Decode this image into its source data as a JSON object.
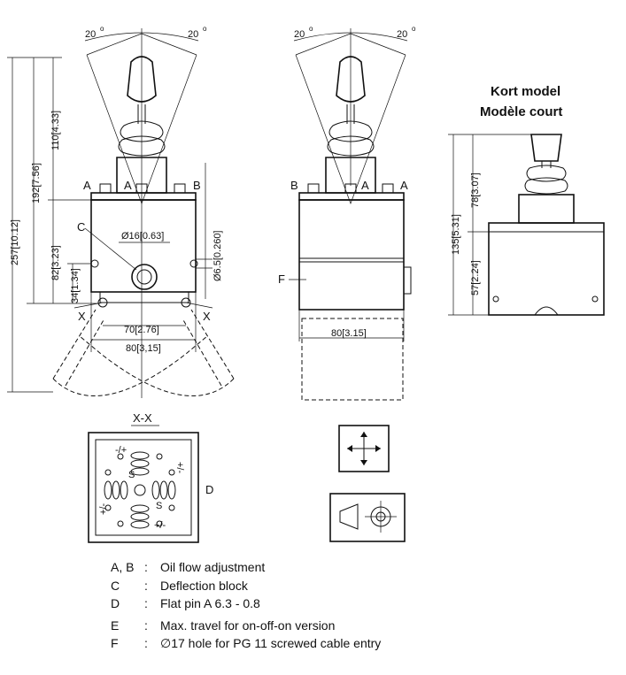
{
  "views": {
    "front": {
      "angle_left": "20",
      "angle_right": "20",
      "deg": "o",
      "label_a_left": "A",
      "label_a_mid": "A",
      "label_b": "B",
      "label_c": "C",
      "label_x_left": "X",
      "label_x_right": "X",
      "dim_257": "257[10.12]",
      "dim_192": "192[7.56]",
      "dim_110": "110[4.33]",
      "dim_82": "82[3.23]",
      "dim_34": "34[1.34]",
      "dim_65": "Ø6.5[0.260]",
      "dim_16": "Ø16[0.63]",
      "dim_70": "70[2.76]",
      "dim_80": "80[3,15]"
    },
    "side": {
      "angle_left": "20",
      "angle_right": "20",
      "deg": "o",
      "label_b": "B",
      "label_a_mid": "A",
      "label_a_right": "A",
      "label_f": "F",
      "dim_80": "80[3.15]"
    },
    "short": {
      "title_line1": "Kort model",
      "title_line2": "Modèle court",
      "dim_135": "135[5.31]",
      "dim_78": "78[3.07]",
      "dim_57": "57[2.24]"
    },
    "section": {
      "title": "X-X",
      "label_d": "D",
      "sign_top": "-/+",
      "sign_right": "+/-",
      "sign_bottom": "+/-",
      "sign_left": "+/-",
      "s_top": "S",
      "s_bottom": "S"
    }
  },
  "legend": [
    {
      "key": "A, B",
      "text": "Oil flow adjustment"
    },
    {
      "key": "C",
      "text": "Deflection block"
    },
    {
      "key": "D",
      "text": "Flat pin A 6.3 - 0.8"
    },
    {
      "key": "E",
      "text": "Max. travel for on-off-on version"
    },
    {
      "key": "F",
      "text": "∅17 hole for PG 11 screwed cable entry"
    }
  ]
}
